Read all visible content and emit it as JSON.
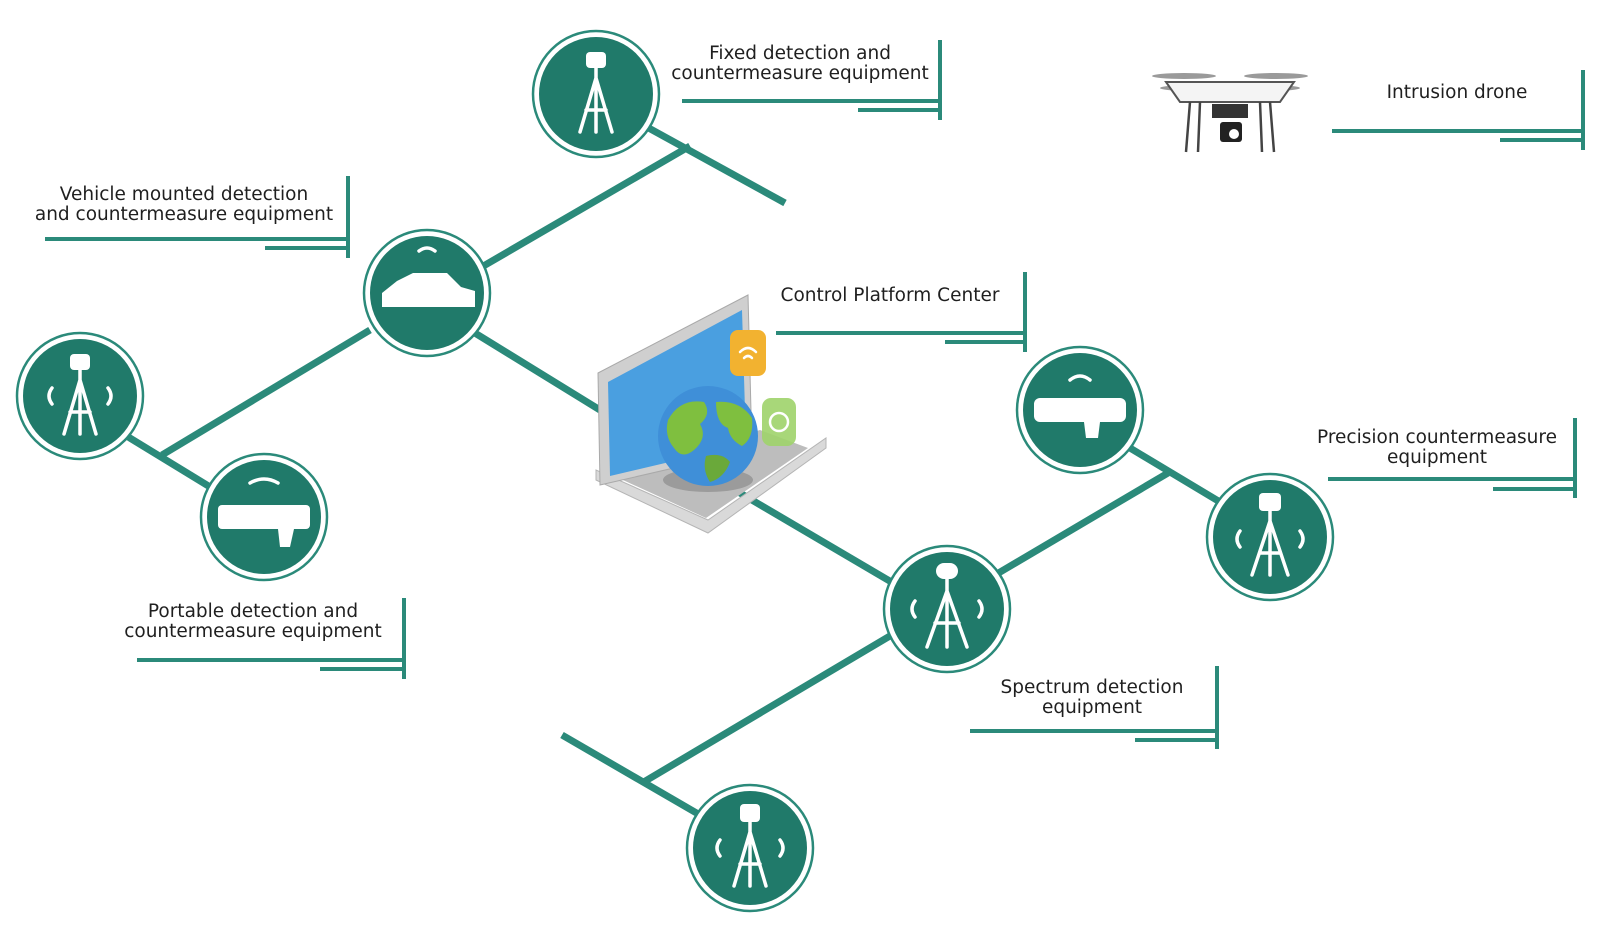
{
  "labels": {
    "fixed": [
      "Fixed detection and",
      "countermeasure equipment"
    ],
    "vehicle": [
      "Vehicle mounted detection",
      "and countermeasure equipment"
    ],
    "portable": [
      "Portable detection and",
      "countermeasure equipment"
    ],
    "control": [
      "Control Platform Center"
    ],
    "intrusion": [
      "Intrusion drone"
    ],
    "precision": [
      "Precision countermeasure",
      "equipment"
    ],
    "spectrum": [
      "Spectrum detection",
      "equipment"
    ]
  },
  "colors": {
    "primary": "#207a6a",
    "line": "#2b8a7a",
    "laptop_screen": "#4a9fe0",
    "globe_land": "#7fbf3f",
    "badge_orange": "#f2b230",
    "badge_green": "#9fd36a"
  },
  "icons": [
    "tripod-sensor-icon",
    "vehicle-icon",
    "handheld-jammer-icon",
    "laptop-icon",
    "globe-icon",
    "drone-icon"
  ]
}
